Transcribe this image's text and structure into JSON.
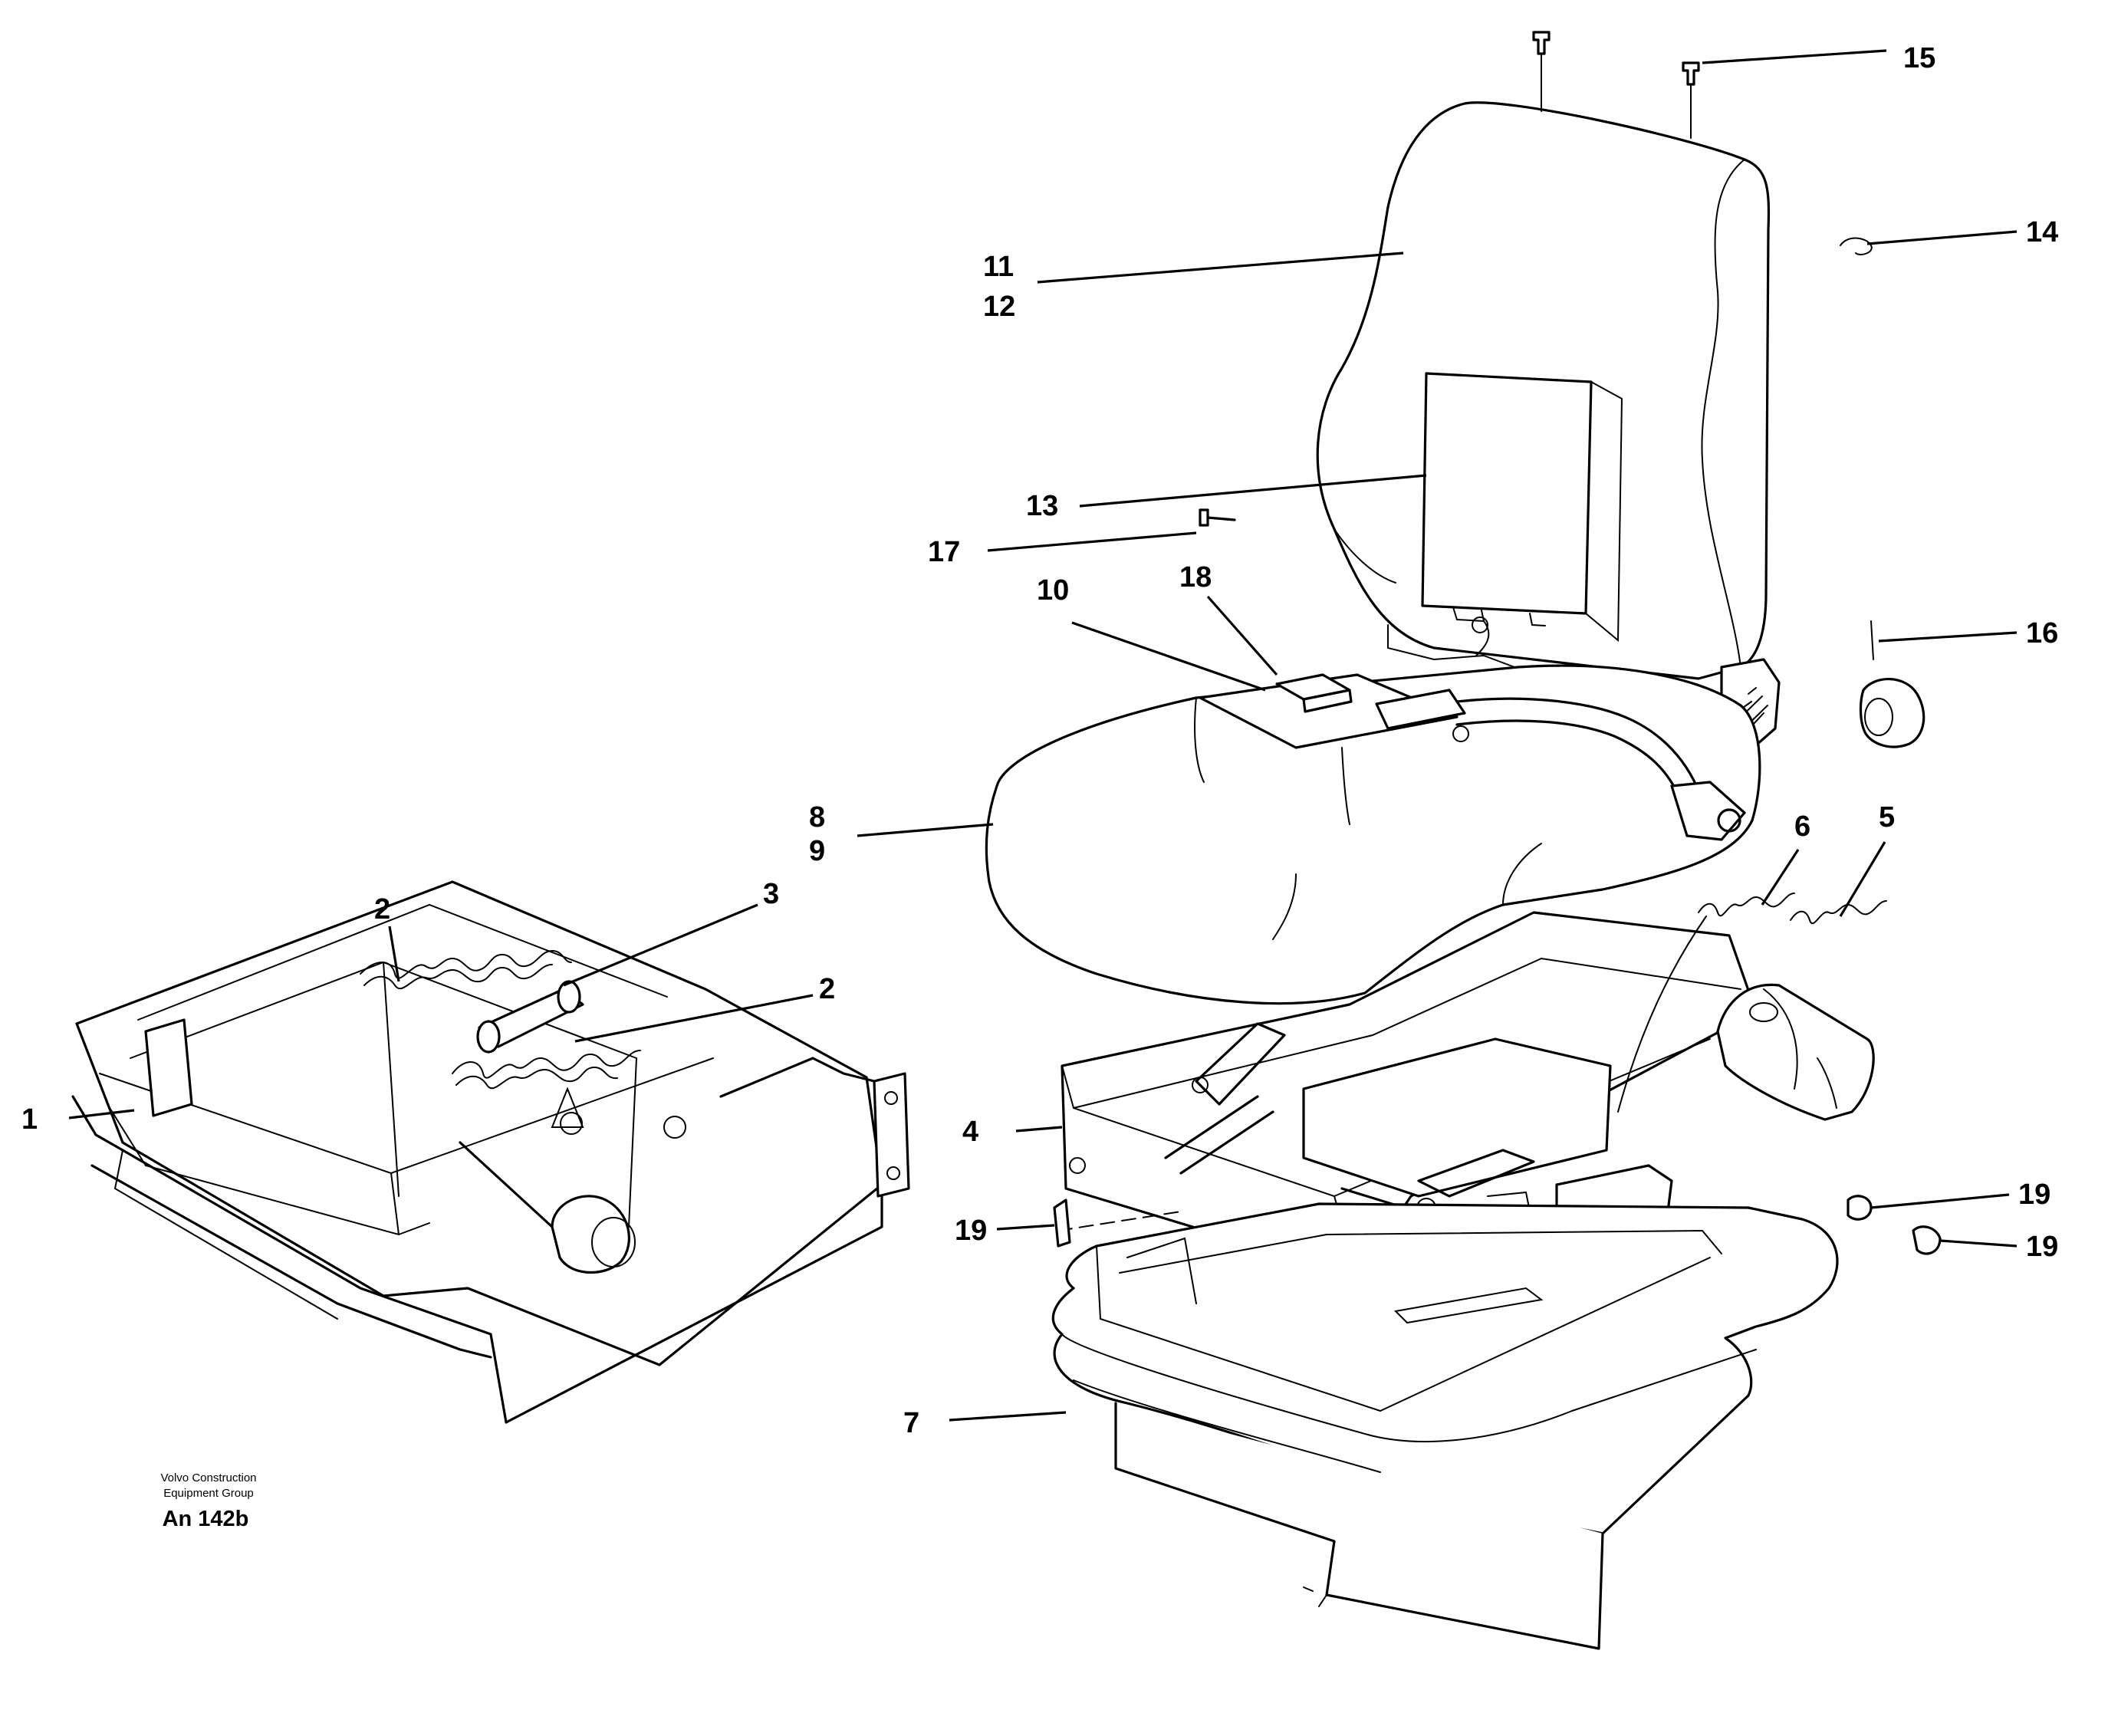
{
  "labels": {
    "p1": "1",
    "p2a": "2",
    "p2b": "2",
    "p3": "3",
    "p4": "4",
    "p5": "5",
    "p6": "6",
    "p7": "7",
    "p8": "8",
    "p9": "9",
    "p10": "10",
    "p11": "11",
    "p12": "12",
    "p13": "13",
    "p14": "14",
    "p15": "15",
    "p16": "16",
    "p17": "17",
    "p18": "18",
    "p19a": "19",
    "p19b": "19",
    "p19c": "19"
  },
  "credit": {
    "line1": "Volvo Construction",
    "line2": "Equipment Group",
    "code": "An 142b"
  }
}
